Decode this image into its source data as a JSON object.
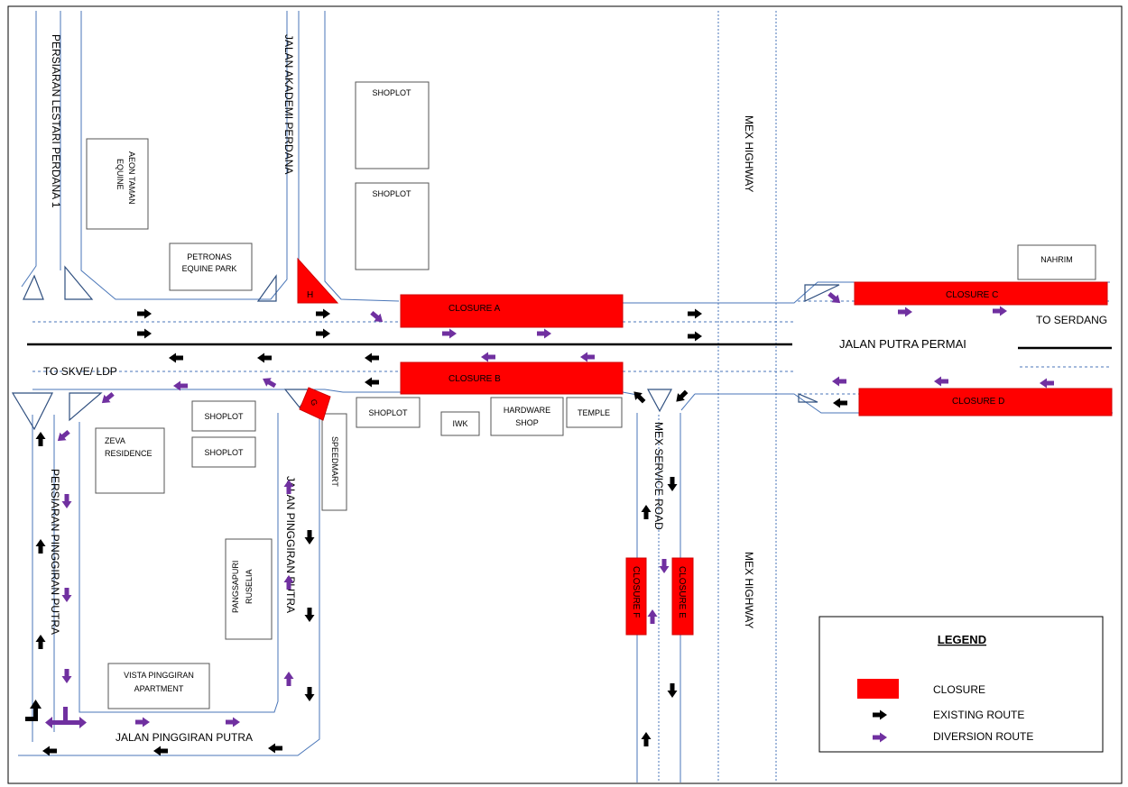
{
  "colors": {
    "closure": "#ff0000",
    "existing_route": "#000000",
    "diversion_route": "#7030a0",
    "road_line": "#4a76b8",
    "building_stroke": "#555555"
  },
  "roads": {
    "persiaran_lestari": "PERSIARAN LESTARI PERDANA 1",
    "jalan_akademi": "JALAN AKADEMI PERDANA",
    "mex_highway_top": "MEX HIGHWAY",
    "mex_highway_bottom": "MEX HIGHWAY",
    "jalan_putra_permai": "JALAN PUTRA PERMAI",
    "to_serdang": "TO SERDANG",
    "to_skve": "TO SKVE/ LDP",
    "persiaran_pinggiran": "PERSIARAN PINGGIRAN PUTRA",
    "jalan_pinggiran_vertical": "JALAN PINGGIRAN PUTRA",
    "jalan_pinggiran_bottom": "JALAN PINGGIRAN PUTRA",
    "mex_service_road": "MEX SERVICE ROAD"
  },
  "buildings": {
    "shoplot_1": "SHOPLOT",
    "shoplot_2": "SHOPLOT",
    "aeon_line1": "AEON TAMAN",
    "aeon_line2": "EQUINE",
    "petronas_line1": "PETRONAS",
    "petronas_line2": "EQUINE PARK",
    "nahrim": "NAHRIM",
    "shoplot_3": "SHOPLOT",
    "shoplot_4": "SHOPLOT",
    "shoplot_5": "SHOPLOT",
    "zeva_line1": "ZEVA",
    "zeva_line2": "RESIDENCE",
    "iwk": "IWK",
    "hardware_line1": "HARDWARE",
    "hardware_line2": "SHOP",
    "temple": "TEMPLE",
    "speedmart": "SPEEDMART",
    "pangsapuri_line1": "PANGSAPURI",
    "pangsapuri_line2": "RUSELIA",
    "vista_line1": "VISTA PINGGIRAN",
    "vista_line2": "APARTMENT"
  },
  "closures": {
    "a": "CLOSURE A",
    "b": "CLOSURE B",
    "c": "CLOSURE C",
    "d": "CLOSURE D",
    "e": "CLOSURE E",
    "f": "CLOSURE F"
  },
  "markers": {
    "h": "H",
    "g": "G"
  },
  "legend": {
    "title": "LEGEND",
    "closure": "CLOSURE",
    "existing": "EXISTING ROUTE",
    "diversion": "DIVERSION ROUTE"
  }
}
